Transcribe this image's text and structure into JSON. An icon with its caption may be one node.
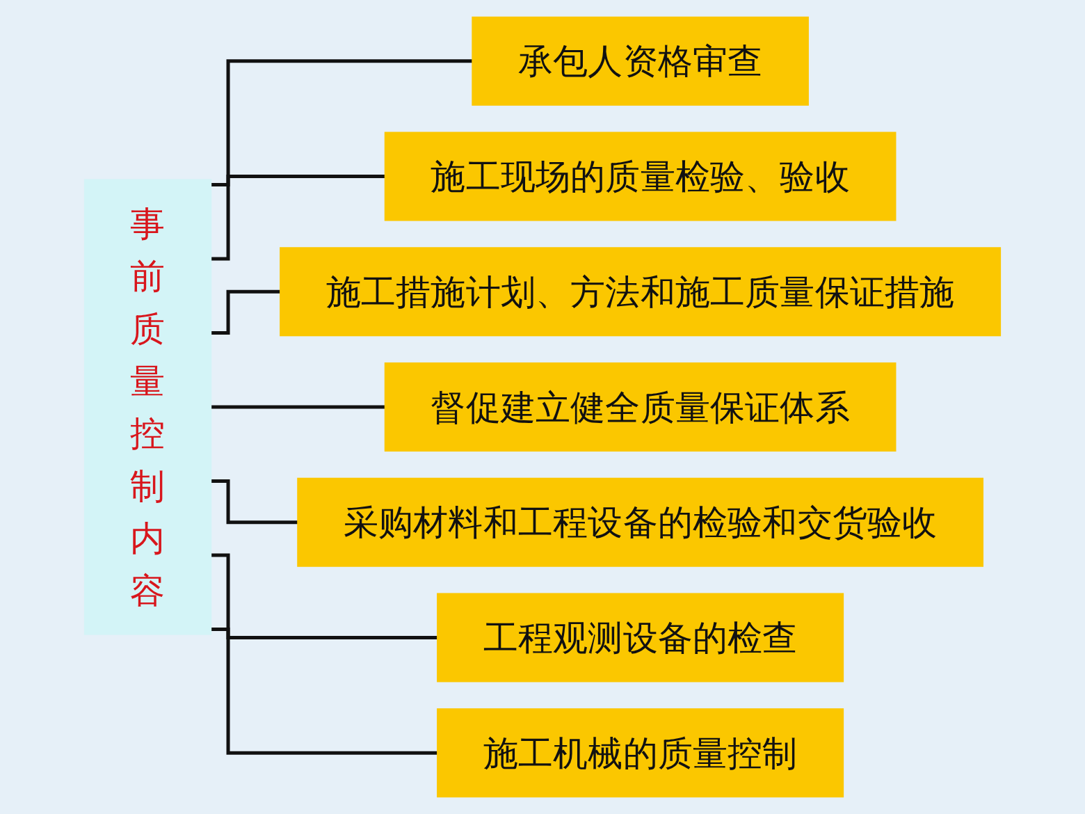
{
  "diagram": {
    "nodes": [
      {
        "text": [
          "事前质量控制内容"
        ]
      },
      {
        "text": [
          "承包人资格审查"
        ]
      },
      {
        "text": [
          "施工现场的质量检验、验收"
        ]
      },
      {
        "text": [
          "施工措施计划、方法和施工质量保证措施"
        ]
      },
      {
        "text": [
          "督促建立健全质量保证体系"
        ]
      },
      {
        "text": [
          "采购材料和工程设备的检验和交货验收"
        ]
      },
      {
        "text": [
          "工程观测设备的检查"
        ]
      },
      {
        "text": [
          "施工机械的质量控制"
        ]
      }
    ],
    "edges": [
      {
        "from": 0,
        "to": 1,
        "arrow": "none"
      },
      {
        "from": 0,
        "to": 2,
        "arrow": "none"
      },
      {
        "from": 0,
        "to": 3,
        "arrow": "none"
      },
      {
        "from": 0,
        "to": 4,
        "arrow": "none"
      },
      {
        "from": 0,
        "to": 5,
        "arrow": "none"
      },
      {
        "from": 0,
        "to": 6,
        "arrow": "none"
      },
      {
        "from": 0,
        "to": 7,
        "arrow": "none"
      }
    ]
  }
}
